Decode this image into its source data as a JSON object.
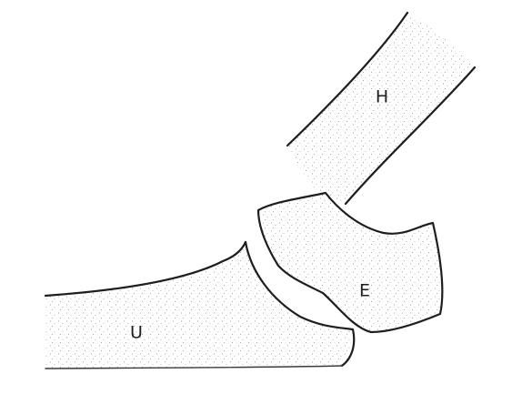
{
  "labels": {
    "humerus": "H",
    "epiphysis": "E",
    "ulna": "U"
  },
  "colors": {
    "background": "#ffffff",
    "ink": "#1e1e1e",
    "stipple": "#7a7a7a"
  }
}
